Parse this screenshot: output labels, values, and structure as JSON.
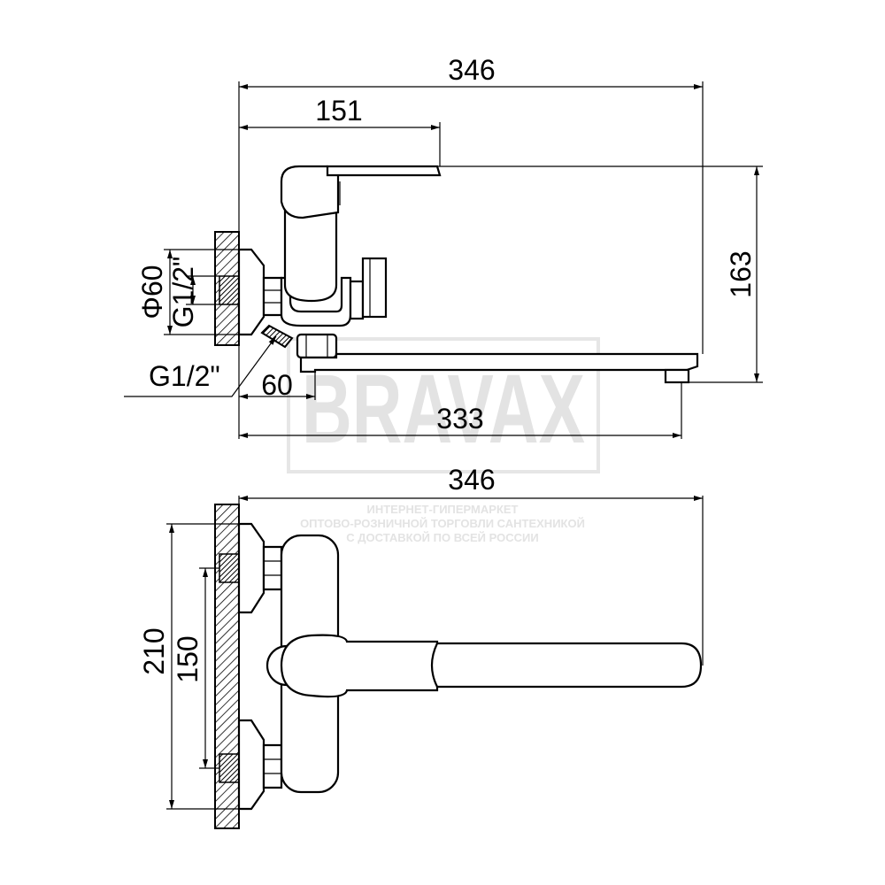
{
  "watermark": {
    "brand": "BRAVAX",
    "line1": "ИНТЕРНЕТ-ГИПЕРМАРКЕТ",
    "line2": "ОПТОВО-РОЗНИЧНОЙ ТОРГОВЛИ САНТЕХНИКОЙ",
    "line3": "С ДОСТАВКОЙ ПО ВСЕЙ РОССИИ"
  },
  "side_view": {
    "dims": {
      "overall_width": "346",
      "spout_offset": "151",
      "height": "163",
      "flange_diameter": "Φ60",
      "thread_top": "G1/2\"",
      "thread_bottom": "G1/2\"",
      "projection": "60",
      "spout_reach": "333"
    }
  },
  "top_view": {
    "dims": {
      "overall_width": "346",
      "outer_height": "210",
      "center_distance": "150"
    }
  },
  "colors": {
    "line": "#000000",
    "watermark": "#e3e3e3"
  }
}
